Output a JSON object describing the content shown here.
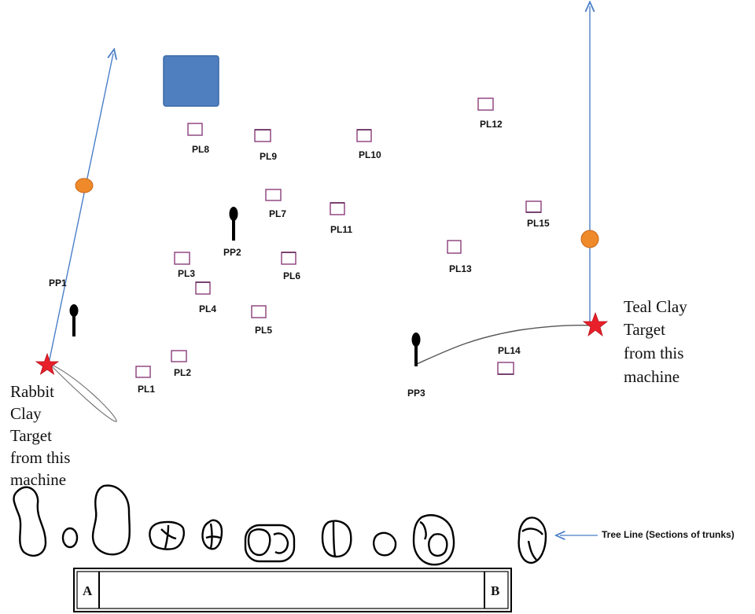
{
  "colors": {
    "flight_path": "#4a7fc8",
    "orange_marker": "#ef8a2a",
    "star": "#e8202a",
    "blue_square": "#4f7fbf",
    "peg_outline": "#8a3d7a"
  },
  "pegs": [
    "PL1",
    "PL2",
    "PL3",
    "PL4",
    "PL5",
    "PL6",
    "PL7",
    "PL8",
    "PL9",
    "PL10",
    "PL11",
    "PL12",
    "PL13",
    "PL14",
    "PL15"
  ],
  "stands": [
    "PP1",
    "PP2",
    "PP3"
  ],
  "rabbit_machine": {
    "line1": "Rabbit",
    "line2": "Clay",
    "line3": "Target",
    "line4": "from this",
    "line5": "machine"
  },
  "teal_machine": {
    "line1": "Teal Clay",
    "line2": "Target",
    "line3": "from this",
    "line4": "machine"
  },
  "tree_line_label": "Tree Line (Sections of trunks)",
  "boundary": {
    "left_label": "A",
    "right_label": "B"
  },
  "icons": [
    "star-icon",
    "orange-dot-icon",
    "person-stand-icon",
    "blue-square-icon"
  ]
}
